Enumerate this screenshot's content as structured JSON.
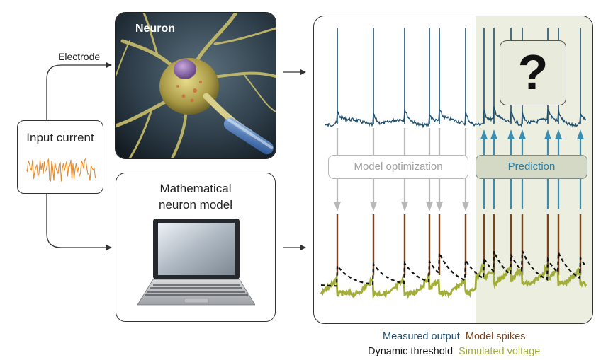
{
  "input": {
    "label": "Input current"
  },
  "electrode_label": "Electrode",
  "neuron": {
    "label": "Neuron"
  },
  "model": {
    "line1": "Mathematical",
    "line2": "neuron model"
  },
  "plot": {
    "optimization_label": "Model optimization",
    "prediction_label": "Prediction",
    "unknown_mark": "?"
  },
  "legend": {
    "measured_output": "Measured output",
    "model_spikes": "Model spikes",
    "dynamic_threshold": "Dynamic threshold",
    "simulated_voltage": "Simulated voltage"
  },
  "colors": {
    "measured": "#1f4e6e",
    "spikes": "#7a4420",
    "threshold": "#111111",
    "voltage": "#a3ad3a",
    "input_trace": "#e58a2a",
    "prediction_arrows": "#3a8db0",
    "optimization_arrows": "#b8b8b8",
    "prediction_bg": "#ecefdf"
  }
}
